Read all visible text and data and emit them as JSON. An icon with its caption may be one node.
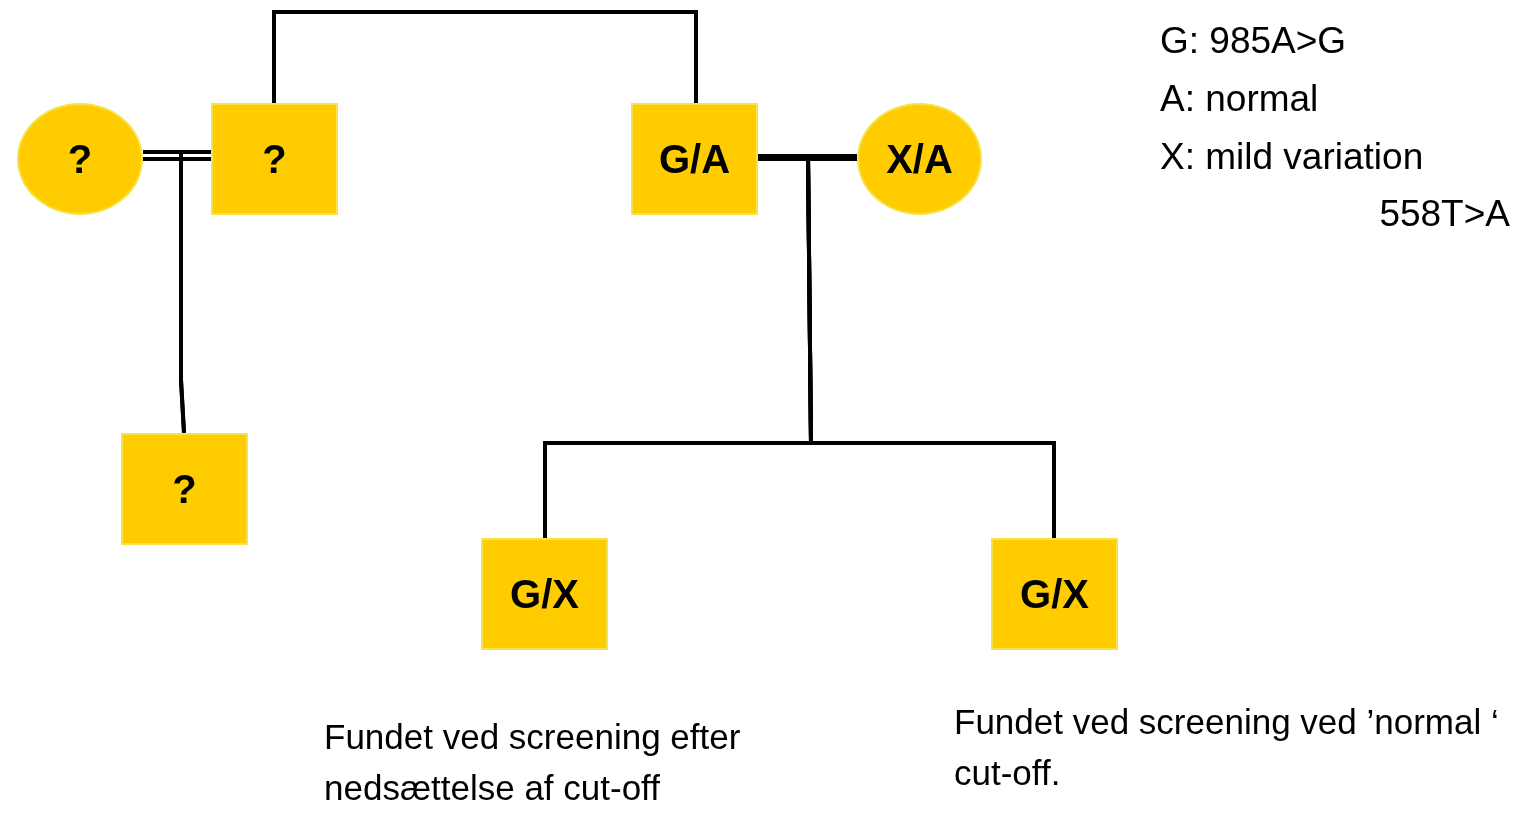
{
  "diagram": {
    "nodes": [
      {
        "text": [
          "?"
        ]
      },
      {
        "text": [
          "?"
        ]
      },
      {
        "text": [
          "?"
        ]
      },
      {
        "text": [
          "G/A"
        ]
      },
      {
        "text": [
          "X/A"
        ]
      },
      {
        "text": [
          "G/X"
        ],
        "beside": [
          "Fundet ved screening efter nedsættelse af cut-off"
        ]
      },
      {
        "text": [
          "G/X"
        ],
        "beside": [
          "Fundet ved screening ved ’normal ‘ cut-off."
        ]
      }
    ],
    "edges": [
      {
        "from": 0,
        "to": 1,
        "arrow": "none"
      },
      {
        "from": 0,
        "to": 2,
        "arrow": "none"
      },
      {
        "from": 1,
        "to": 2,
        "arrow": "none"
      },
      {
        "from": 1,
        "to": 3,
        "arrow": "none"
      },
      {
        "from": 3,
        "to": 4,
        "arrow": "none"
      },
      {
        "from": 3,
        "to": 5,
        "arrow": "none"
      },
      {
        "from": 4,
        "to": 5,
        "arrow": "none"
      },
      {
        "from": 3,
        "to": 6,
        "arrow": "none"
      },
      {
        "from": 4,
        "to": 6,
        "arrow": "none"
      }
    ],
    "labels": [
      "G: 985A>G",
      "A: normal",
      "X: mild variation 558T>A"
    ]
  }
}
